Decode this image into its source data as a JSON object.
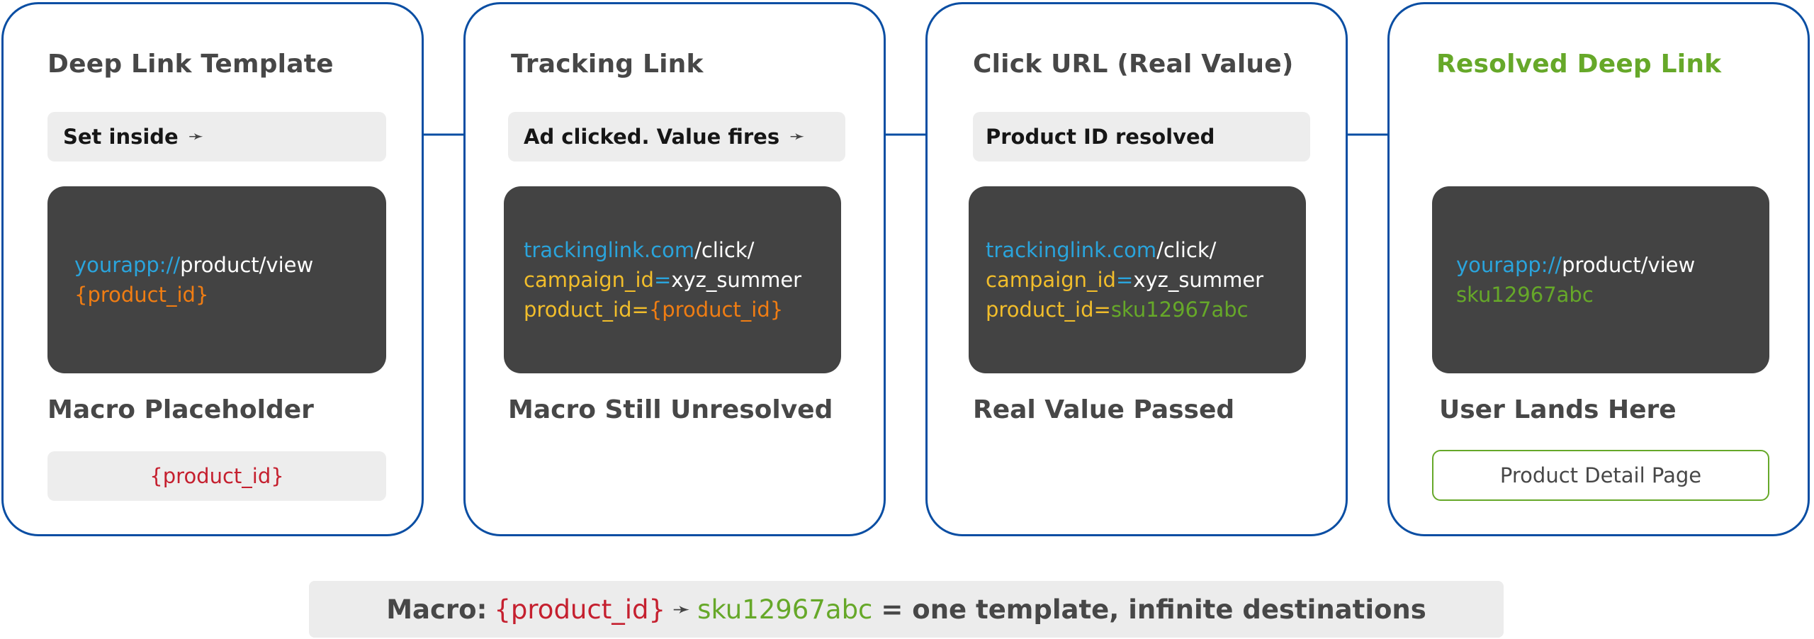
{
  "arrow_glyph": "➛",
  "panels": [
    {
      "heading": "Deep Link Template",
      "label": "Set inside",
      "code": {
        "scheme": "yourapp://",
        "path": "product/view",
        "macro": "{product_id}"
      },
      "subheading": "Macro Placeholder",
      "footer_text": "{product_id}"
    },
    {
      "heading": "Tracking Link",
      "label": "Ad clicked. Value fires",
      "code": {
        "domain": "trackinglink.com",
        "path": "/click/",
        "param1_key": "campaign_id",
        "eq": "=",
        "param1_value": "xyz_summer",
        "param2_key": "product_id=",
        "param2_value": "{product_id}"
      },
      "subheading": "Macro Still Unresolved"
    },
    {
      "heading": "Click URL (Real Value)",
      "label": "Product ID resolved",
      "code": {
        "domain": "trackinglink.com",
        "path": "/click/",
        "param1_key": "campaign_id",
        "eq": "=",
        "param1_value": "xyz_summer",
        "param2_key": "product_id=",
        "param2_value": "sku12967abc"
      },
      "subheading": "Real Value Passed"
    },
    {
      "heading": "Resolved Deep Link",
      "code": {
        "scheme": "yourapp://",
        "path": "product/view",
        "value": "sku12967abc"
      },
      "subheading": "User Lands Here",
      "footer_text": "Product Detail Page"
    }
  ],
  "banner": {
    "prefix": "Macro:",
    "macro": "{product_id}",
    "arrow": "➛",
    "value": "sku12967abc",
    "suffix": "= one template, infinite destinations"
  },
  "colors": {
    "border_blue": "#0a4ea3",
    "code_bg": "#434343",
    "scheme_blue": "#2aa4dc",
    "macro_orange": "#f07d13",
    "param_yellow": "#f1bd2b",
    "resolved_green": "#66a829",
    "placeholder_red": "#c5202f"
  }
}
